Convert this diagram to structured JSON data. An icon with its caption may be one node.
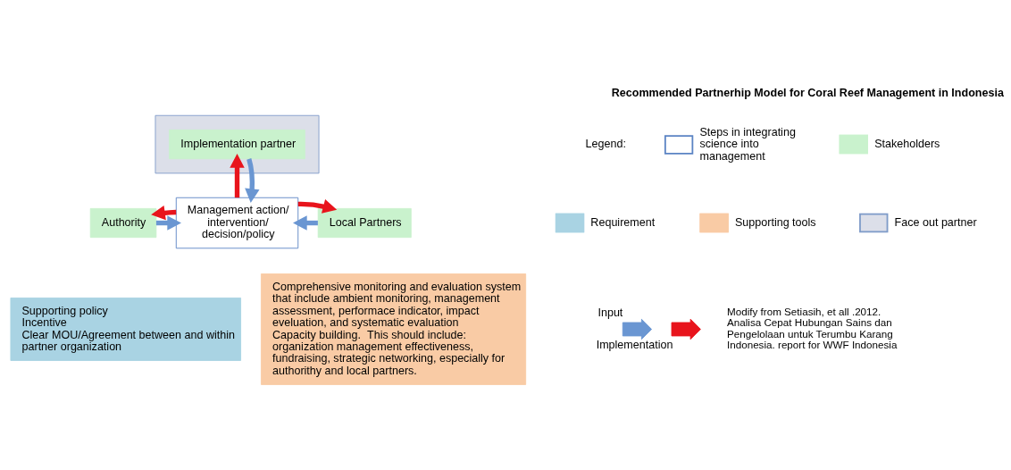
{
  "diagram": {
    "title": "Recommended Partnerhip Model for Coral Reef Management in Indonesia",
    "nodes": [
      {
        "text": [],
        "shape": "box"
      },
      {
        "text": [
          "Implementation partner"
        ],
        "in": 0
      },
      {
        "text": [
          "Authority"
        ]
      },
      {
        "text": [
          "Management action/ intervention/ decision/policy"
        ]
      },
      {
        "text": [
          "Local Partners"
        ]
      },
      {
        "text": [
          "Supporting policy",
          "Incentive",
          "Clear MOU/Agreement between and within partner organization"
        ]
      },
      {
        "text": [
          "Comprehensive monitoring and evaluation system that include ambient monitoring, management assessment, performace indicator, impact eveluation, and systematic evaluation",
          "Capacity building.  This should include: organization management effectiveness, fundraising, strategic networking, especially for authorithy and local partners."
        ]
      }
    ],
    "edges": [
      {
        "from": 3,
        "to": 1,
        "arrow": "to",
        "color": "#e8141c"
      },
      {
        "from": 1,
        "to": 3,
        "arrow": "to",
        "color": "#6a96d2"
      },
      {
        "from": 2,
        "to": 3,
        "arrow": "to",
        "color": "#6a96d2"
      },
      {
        "from": 3,
        "to": 2,
        "arrow": "to",
        "color": "#e8141c"
      },
      {
        "from": 4,
        "to": 3,
        "arrow": "to",
        "color": "#6a96d2"
      },
      {
        "from": 3,
        "to": 4,
        "arrow": "to",
        "color": "#e8141c"
      }
    ],
    "labels": [
      "Legend:",
      "Modify from Setiasih, et all .2012. Analisa Cepat Hubungan Sains dan Pengelolaan untuk Terumbu Karang Indonesia. report for WWF Indonesia"
    ],
    "legend": [
      {
        "text": "Steps in integrating science into management"
      },
      {
        "text": "Stakeholders",
        "color": "#c9f2cd"
      },
      {
        "text": "Requirement",
        "color": "#a9d3e3"
      },
      {
        "text": "Supporting tools",
        "color": "#f9cba5"
      },
      {
        "text": "Face out partner",
        "color": "#dcdfe9"
      },
      {
        "text": "Input"
      },
      {
        "text": "Implementation"
      }
    ]
  }
}
